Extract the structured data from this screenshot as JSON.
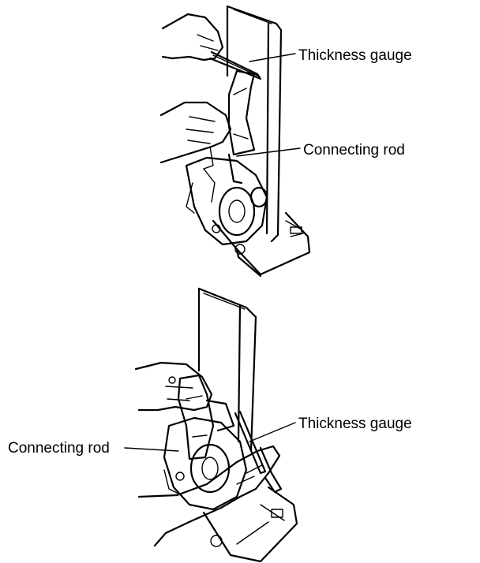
{
  "figure": {
    "top_panel": {
      "labels": {
        "thickness_gauge": "Thickness gauge",
        "connecting_rod": "Connecting rod"
      }
    },
    "bottom_panel": {
      "labels": {
        "thickness_gauge": "Thickness gauge",
        "connecting_rod": "Connecting rod"
      }
    }
  }
}
